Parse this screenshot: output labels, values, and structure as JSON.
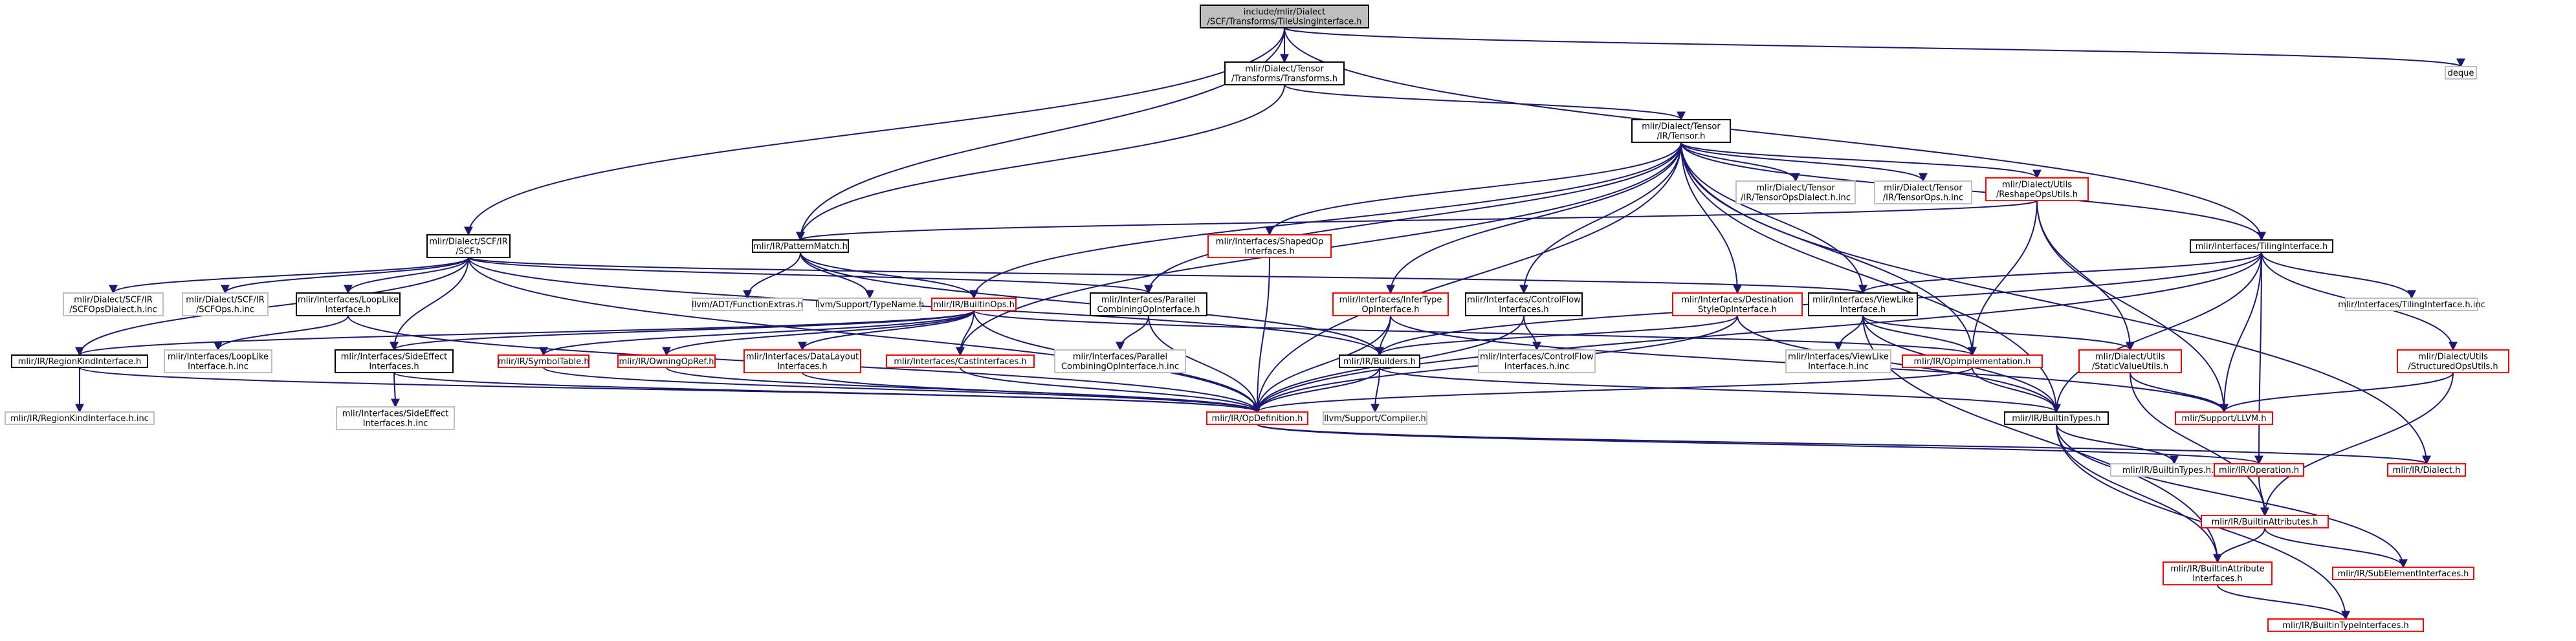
{
  "colors": {
    "edge": "#191970",
    "box_documented": "#000000",
    "box_truncated": "#ff0000",
    "box_external": "#bfbfbf",
    "root_fill": "#bfbfbf"
  },
  "nodes": {
    "root": [
      "include/mlir/Dialect",
      "/SCF/Transforms/TileUsingInterface.h"
    ],
    "tensor_transforms": [
      "mlir/Dialect/Tensor",
      "/Transforms/Transforms.h"
    ],
    "deque": [
      "deque"
    ],
    "tensor_ir": [
      "mlir/Dialect/Tensor",
      "/IR/Tensor.h"
    ],
    "scf_ir": [
      "mlir/Dialect/SCF/IR",
      "/SCF.h"
    ],
    "pattern_match": [
      "mlir/IR/PatternMatch.h"
    ],
    "shaped_op": [
      "mlir/Interfaces/ShapedOp",
      "Interfaces.h"
    ],
    "tensor_ops_dialect_inc": [
      "mlir/Dialect/Tensor",
      "/IR/TensorOpsDialect.h.inc"
    ],
    "tensor_ops_inc": [
      "mlir/Dialect/Tensor",
      "/IR/TensorOps.h.inc"
    ],
    "reshape_ops_utils": [
      "mlir/Dialect/Utils",
      "/ReshapeOpsUtils.h"
    ],
    "tiling_interface": [
      "mlir/Interfaces/TilingInterface.h"
    ],
    "scf_ops_dialect_inc": [
      "mlir/Dialect/SCF/IR",
      "/SCFOpsDialect.h.inc"
    ],
    "scf_ops_inc": [
      "mlir/Dialect/SCF/IR",
      "/SCFOps.h.inc"
    ],
    "loop_like": [
      "mlir/Interfaces/LoopLike",
      "Interface.h"
    ],
    "function_extras": [
      "llvm/ADT/FunctionExtras.h"
    ],
    "type_name": [
      "llvm/Support/TypeName.h"
    ],
    "builtin_ops": [
      "mlir/IR/BuiltinOps.h"
    ],
    "parallel_combining": [
      "mlir/Interfaces/Parallel",
      "CombiningOpInterface.h"
    ],
    "infer_type": [
      "mlir/Interfaces/InferType",
      "OpInterface.h"
    ],
    "control_flow": [
      "mlir/Interfaces/ControlFlow",
      "Interfaces.h"
    ],
    "destination_style": [
      "mlir/Interfaces/Destination",
      "StyleOpInterface.h"
    ],
    "view_like": [
      "mlir/Interfaces/ViewLike",
      "Interface.h"
    ],
    "tiling_interface_inc": [
      "mlir/Interfaces/TilingInterface.h.inc"
    ],
    "region_kind": [
      "mlir/IR/RegionKindInterface.h"
    ],
    "loop_like_inc": [
      "mlir/Interfaces/LoopLike",
      "Interface.h.inc"
    ],
    "side_effect": [
      "mlir/Interfaces/SideEffect",
      "Interfaces.h"
    ],
    "symbol_table": [
      "mlir/IR/SymbolTable.h"
    ],
    "owning_op_ref": [
      "mlir/IR/OwningOpRef.h"
    ],
    "data_layout": [
      "mlir/Interfaces/DataLayout",
      "Interfaces.h"
    ],
    "cast_interfaces": [
      "mlir/Interfaces/CastInterfaces.h"
    ],
    "parallel_combining_inc": [
      "mlir/Interfaces/Parallel",
      "CombiningOpInterface.h.inc"
    ],
    "builders": [
      "mlir/IR/Builders.h"
    ],
    "control_flow_inc": [
      "mlir/Interfaces/ControlFlow",
      "Interfaces.h.inc"
    ],
    "view_like_inc": [
      "mlir/Interfaces/ViewLike",
      "Interface.h.inc"
    ],
    "op_implementation": [
      "mlir/IR/OpImplementation.h"
    ],
    "static_value_utils": [
      "mlir/Dialect/Utils",
      "/StaticValueUtils.h"
    ],
    "structured_ops_utils": [
      "mlir/Dialect/Utils",
      "/StructuredOpsUtils.h"
    ],
    "region_kind_inc": [
      "mlir/IR/RegionKindInterface.h.inc"
    ],
    "side_effect_inc": [
      "mlir/Interfaces/SideEffect",
      "Interfaces.h.inc"
    ],
    "op_definition": [
      "mlir/IR/OpDefinition.h"
    ],
    "compiler": [
      "llvm/Support/Compiler.h"
    ],
    "builtin_types": [
      "mlir/IR/BuiltinTypes.h"
    ],
    "support_llvm": [
      "mlir/Support/LLVM.h"
    ],
    "builtin_types_inc": [
      "mlir/IR/BuiltinTypes.h.inc"
    ],
    "operation": [
      "mlir/IR/Operation.h"
    ],
    "dialect": [
      "mlir/IR/Dialect.h"
    ],
    "builtin_attributes": [
      "mlir/IR/BuiltinAttributes.h"
    ],
    "builtin_attribute_interfaces": [
      "mlir/IR/BuiltinAttribute",
      "Interfaces.h"
    ],
    "sub_element_interfaces": [
      "mlir/IR/SubElementInterfaces.h"
    ],
    "builtin_type_interfaces": [
      "mlir/IR/BuiltinTypeInterfaces.h"
    ]
  },
  "edges": [
    [
      "root",
      "tensor_transforms"
    ],
    [
      "root",
      "deque"
    ],
    [
      "root",
      "scf_ir"
    ],
    [
      "root",
      "pattern_match"
    ],
    [
      "root",
      "tiling_interface"
    ],
    [
      "tensor_transforms",
      "pattern_match"
    ],
    [
      "tensor_transforms",
      "tensor_ir"
    ],
    [
      "tensor_ir",
      "shaped_op"
    ],
    [
      "tensor_ir",
      "tensor_ops_dialect_inc"
    ],
    [
      "tensor_ir",
      "tensor_ops_inc"
    ],
    [
      "tensor_ir",
      "reshape_ops_utils"
    ],
    [
      "tensor_ir",
      "tiling_interface"
    ],
    [
      "tensor_ir",
      "parallel_combining"
    ],
    [
      "tensor_ir",
      "infer_type"
    ],
    [
      "tensor_ir",
      "control_flow"
    ],
    [
      "tensor_ir",
      "destination_style"
    ],
    [
      "tensor_ir",
      "view_like"
    ],
    [
      "tensor_ir",
      "cast_interfaces"
    ],
    [
      "tensor_ir",
      "op_implementation"
    ],
    [
      "tensor_ir",
      "builtin_ops"
    ],
    [
      "tensor_ir",
      "dialect"
    ],
    [
      "tensor_ir",
      "op_definition"
    ],
    [
      "tensor_ir",
      "builtin_types"
    ],
    [
      "scf_ir",
      "scf_ops_dialect_inc"
    ],
    [
      "scf_ir",
      "scf_ops_inc"
    ],
    [
      "scf_ir",
      "loop_like"
    ],
    [
      "scf_ir",
      "parallel_combining"
    ],
    [
      "scf_ir",
      "view_like"
    ],
    [
      "scf_ir",
      "region_kind"
    ],
    [
      "scf_ir",
      "side_effect"
    ],
    [
      "scf_ir",
      "builders"
    ],
    [
      "scf_ir",
      "op_definition"
    ],
    [
      "pattern_match",
      "function_extras"
    ],
    [
      "pattern_match",
      "type_name"
    ],
    [
      "pattern_match",
      "builtin_ops"
    ],
    [
      "pattern_match",
      "builders"
    ],
    [
      "builtin_ops",
      "symbol_table"
    ],
    [
      "builtin_ops",
      "owning_op_ref"
    ],
    [
      "builtin_ops",
      "data_layout"
    ],
    [
      "builtin_ops",
      "cast_interfaces"
    ],
    [
      "builtin_ops",
      "region_kind"
    ],
    [
      "builtin_ops",
      "side_effect"
    ],
    [
      "builtin_ops",
      "op_implementation"
    ],
    [
      "builtin_ops",
      "op_definition"
    ],
    [
      "loop_like",
      "loop_like_inc"
    ],
    [
      "loop_like",
      "op_definition"
    ],
    [
      "shaped_op",
      "op_definition"
    ],
    [
      "reshape_ops_utils",
      "pattern_match"
    ],
    [
      "reshape_ops_utils",
      "op_implementation"
    ],
    [
      "reshape_ops_utils",
      "static_value_utils"
    ],
    [
      "reshape_ops_utils",
      "support_llvm"
    ],
    [
      "tiling_interface",
      "view_like"
    ],
    [
      "tiling_interface",
      "builders"
    ],
    [
      "tiling_interface",
      "tiling_interface_inc"
    ],
    [
      "tiling_interface",
      "structured_ops_utils"
    ],
    [
      "tiling_interface",
      "builtin_types"
    ],
    [
      "tiling_interface",
      "support_llvm"
    ],
    [
      "tiling_interface",
      "operation"
    ],
    [
      "tiling_interface",
      "op_definition"
    ],
    [
      "parallel_combining",
      "parallel_combining_inc"
    ],
    [
      "parallel_combining",
      "op_definition"
    ],
    [
      "infer_type",
      "builders"
    ],
    [
      "infer_type",
      "op_definition"
    ],
    [
      "infer_type",
      "support_llvm"
    ],
    [
      "control_flow",
      "control_flow_inc"
    ],
    [
      "control_flow",
      "op_definition"
    ],
    [
      "destination_style",
      "builtin_types"
    ],
    [
      "destination_style",
      "op_definition"
    ],
    [
      "destination_style",
      "builders"
    ],
    [
      "view_like",
      "view_like_inc"
    ],
    [
      "view_like",
      "op_implementation"
    ],
    [
      "view_like",
      "static_value_utils"
    ],
    [
      "view_like",
      "builtin_types"
    ],
    [
      "view_like",
      "builtin_attribute_interfaces"
    ],
    [
      "region_kind",
      "region_kind_inc"
    ],
    [
      "region_kind",
      "op_definition"
    ],
    [
      "side_effect",
      "side_effect_inc"
    ],
    [
      "side_effect",
      "op_definition"
    ],
    [
      "symbol_table",
      "op_definition"
    ],
    [
      "owning_op_ref",
      "op_definition"
    ],
    [
      "data_layout",
      "op_definition"
    ],
    [
      "cast_interfaces",
      "op_definition"
    ],
    [
      "builders",
      "op_definition"
    ],
    [
      "builders",
      "compiler"
    ],
    [
      "builders",
      "builtin_types"
    ],
    [
      "op_implementation",
      "builtin_types"
    ],
    [
      "op_implementation",
      "op_definition"
    ],
    [
      "static_value_utils",
      "builtin_attributes"
    ],
    [
      "static_value_utils",
      "support_llvm"
    ],
    [
      "structured_ops_utils",
      "builtin_attributes"
    ],
    [
      "structured_ops_utils",
      "support_llvm"
    ],
    [
      "op_definition",
      "operation"
    ],
    [
      "op_definition",
      "dialect"
    ],
    [
      "builtin_types",
      "builtin_types_inc"
    ],
    [
      "builtin_types",
      "builtin_attribute_interfaces"
    ],
    [
      "builtin_types",
      "sub_element_interfaces"
    ],
    [
      "builtin_types",
      "builtin_type_interfaces"
    ],
    [
      "operation",
      "builtin_attributes"
    ],
    [
      "builtin_attributes",
      "builtin_attribute_interfaces"
    ],
    [
      "builtin_attributes",
      "sub_element_interfaces"
    ],
    [
      "builtin_attribute_interfaces",
      "builtin_type_interfaces"
    ]
  ]
}
